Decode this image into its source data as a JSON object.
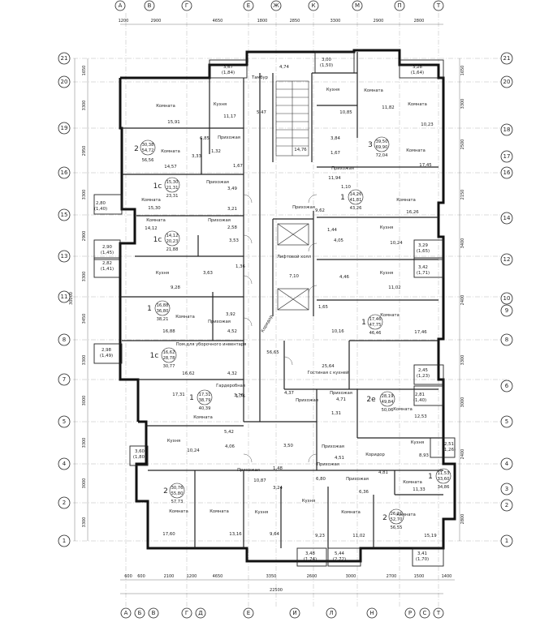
{
  "axes": {
    "columns_top": [
      "А",
      "В",
      "Г",
      "Е",
      "Ж",
      "К",
      "М",
      "П",
      "Т"
    ],
    "columns_bottom": [
      "А",
      "Б",
      "В",
      "Г",
      "Д",
      "Е",
      "И",
      "Л",
      "Н",
      "Р",
      "С",
      "Т"
    ],
    "rows_left": [
      "21",
      "20",
      "19",
      "16",
      "15",
      "13",
      "11",
      "8",
      "7",
      "5",
      "4",
      "2",
      "1"
    ],
    "rows_right": [
      "21",
      "20",
      "18",
      "17",
      "16",
      "14",
      "12",
      "10",
      "9",
      "8",
      "6",
      "5",
      "4",
      "3",
      "2",
      "1"
    ]
  },
  "dimensions": {
    "top": [
      "1200",
      "2900",
      "4650",
      "1800",
      "2850",
      "3300",
      "2900",
      "2800"
    ],
    "bottom": [
      "600",
      "600",
      "2100",
      "1200",
      "4650",
      "3350",
      "2600",
      "3000",
      "2700",
      "1500",
      "1400"
    ],
    "overall_bottom": "22500",
    "left": [
      "1650",
      "3300",
      "2950",
      "3300",
      "2900",
      "3300",
      "3450",
      "3300",
      "3000",
      "3300",
      "3000",
      "3300"
    ],
    "right": [
      "1650",
      "3300",
      "2500",
      "2150",
      "3400",
      "2400",
      "3300",
      "3000",
      "2400",
      "2800"
    ],
    "overall_left": "30000"
  },
  "apartments": [
    {
      "rooms": "2",
      "living": "30,38",
      "total_ring": "54,72",
      "total": "56,56"
    },
    {
      "rooms": "3",
      "living": "39,50",
      "total_ring": "69,90",
      "total": "72,04"
    },
    {
      "rooms": "1с",
      "living": "15,30",
      "total_ring": "21,31",
      "total": "23,31"
    },
    {
      "rooms": "1",
      "living": "14,26",
      "total_ring": "41,81",
      "total": "43,26"
    },
    {
      "rooms": "1с",
      "living": "14,12",
      "total_ring": "20,23",
      "total": "21,88"
    },
    {
      "rooms": "1",
      "living": "16,88",
      "total_ring": "36,80",
      "total": "38,21"
    },
    {
      "rooms": "1",
      "living": "17,46",
      "total_ring": "47,75",
      "total": "46,46"
    },
    {
      "rooms": "1с",
      "living": "16,62",
      "total_ring": "28,78",
      "total": "30,77"
    },
    {
      "rooms": "1",
      "living": "17,31",
      "total_ring": "38,79",
      "total": "40,39"
    },
    {
      "rooms": "2е",
      "living": "28,19",
      "total_ring": "49,84",
      "total": "50,06"
    },
    {
      "rooms": "1",
      "living": "11,53",
      "total_ring": "33,60",
      "total": "34,86"
    },
    {
      "rooms": "2",
      "living": "30,76",
      "total_ring": "55,80",
      "total": "57,73"
    },
    {
      "rooms": "2",
      "living": "26,21",
      "total_ring": "52,70",
      "total": "56,55"
    }
  ],
  "rooms": [
    {
      "label": "Комната",
      "area": "15,91"
    },
    {
      "label": "Кухня",
      "area": "11,17"
    },
    {
      "label": "Тамбур",
      "area": "5,47"
    },
    {
      "label": "Кухня",
      "area": "10,85"
    },
    {
      "label": "Комната",
      "area": "11,82"
    },
    {
      "label": "Комната",
      "area": "10,23"
    },
    {
      "label": "Комната",
      "area": "14,57"
    },
    {
      "label": "Прихожая",
      "area": "6,85"
    },
    {
      "label": "Комната",
      "area": "17,45"
    },
    {
      "label": "Прихожая",
      "area": "11,94"
    },
    {
      "label": "Комната",
      "area": "15,30"
    },
    {
      "label": "Прихожая",
      "area": "3,49"
    },
    {
      "label": "Комната",
      "area": "16,26"
    },
    {
      "label": "Комната",
      "area": "14,12"
    },
    {
      "label": "Прихожая",
      "area": "2,58"
    },
    {
      "label": "Прихожая",
      "area": "9,62"
    },
    {
      "label": "Кухня",
      "area": "10,24"
    },
    {
      "label": "Лифтовой холл",
      "area": "7,10"
    },
    {
      "label": "Кухня",
      "area": "9,28"
    },
    {
      "label": "Кухня",
      "area": "11,02"
    },
    {
      "label": "Комната",
      "area": "16,88"
    },
    {
      "label": "Прихожая",
      "area": "4,52"
    },
    {
      "label": "Комната",
      "area": "17,46"
    },
    {
      "label": "Коридор",
      "area": "56,65"
    },
    {
      "label": "Пом.для уборочного инвентаря",
      "area": "16,62"
    },
    {
      "label": "Гостиная с кухней",
      "area": "25,64"
    },
    {
      "label": "Гардеробная",
      "area": "3,76"
    },
    {
      "label": "Прихожая",
      "area": "4,37"
    },
    {
      "label": "Прихожая",
      "area": "4,71"
    },
    {
      "label": "Комната",
      "area": "17,31"
    },
    {
      "label": "Комната",
      "area": "12,53"
    },
    {
      "label": "Кухня",
      "area": "10,24"
    },
    {
      "label": "Прихожая",
      "area": "4,51"
    },
    {
      "label": "Кухня",
      "area": "8,93"
    },
    {
      "label": "Коридор",
      "area": "4,81"
    },
    {
      "label": "Прихожая",
      "area": "10,87"
    },
    {
      "label": "Прихожая",
      "area": "6,80"
    },
    {
      "label": "Прихожая",
      "area": "6,36"
    },
    {
      "label": "Комната",
      "area": "11,33"
    },
    {
      "label": "Комната",
      "area": "17,60"
    },
    {
      "label": "Комната",
      "area": "13,16"
    },
    {
      "label": "Кухня",
      "area": "9,64"
    },
    {
      "label": "Кухня",
      "area": "9,23"
    },
    {
      "label": "Комната",
      "area": "11,02"
    },
    {
      "label": "Комната",
      "area": "15,19"
    }
  ],
  "balconies": [
    {
      "area": "3,67",
      "reduced": "(1,84)"
    },
    {
      "area": "4,74",
      "reduced": ""
    },
    {
      "area": "3,00",
      "reduced": "(1,50)"
    },
    {
      "area": "3,28",
      "reduced": "(1,64)"
    },
    {
      "area": "2,80",
      "reduced": "(1,40)"
    },
    {
      "area": "2,90",
      "reduced": "(1,45)"
    },
    {
      "area": "3,29",
      "reduced": "(1,65)"
    },
    {
      "area": "2,82",
      "reduced": "(1,41)"
    },
    {
      "area": "3,42",
      "reduced": "(1,71)"
    },
    {
      "area": "2,98",
      "reduced": "(1,49)"
    },
    {
      "area": "2,45",
      "reduced": "(1,23)"
    },
    {
      "area": "2,81",
      "reduced": "(1,40)"
    },
    {
      "area": "3,60",
      "reduced": "(1,80)"
    },
    {
      "area": "2,51",
      "reduced": "(1,26)"
    },
    {
      "area": "3,48",
      "reduced": "(1,74)"
    },
    {
      "area": "5,44",
      "reduced": "(2,72)"
    },
    {
      "area": "3,41",
      "reduced": "(1,70)"
    }
  ],
  "small_areas": [
    "1,32",
    "3,33",
    "1,67",
    "3,84",
    "1,67",
    "1,10",
    "3,53",
    "1,36",
    "3,63",
    "3,92",
    "4,05",
    "4,46",
    "1,65",
    "4,32",
    "1,76",
    "1,31",
    "5,42",
    "4,06",
    "3,50",
    "1,48",
    "3,24",
    "14,76",
    "3,21",
    "1,44",
    "10,16"
  ]
}
